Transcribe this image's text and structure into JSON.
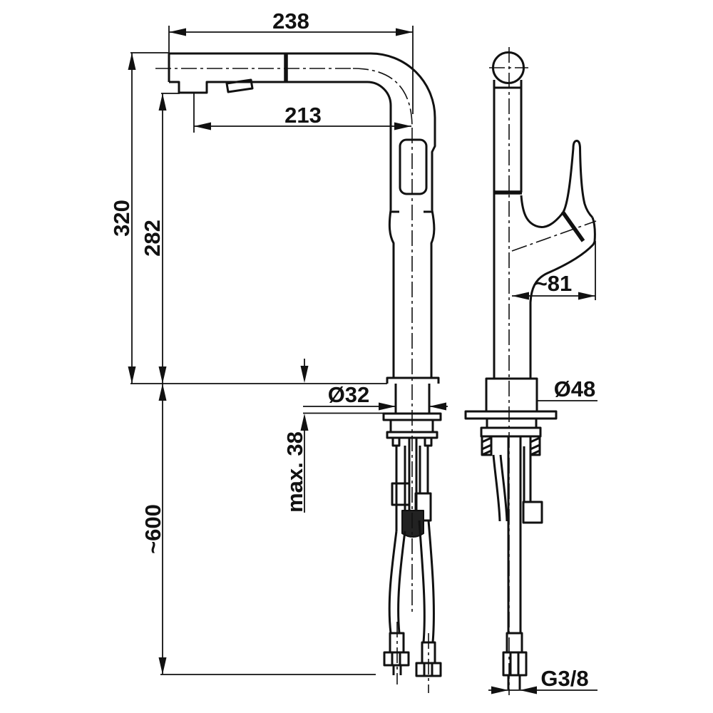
{
  "page": {
    "background": "#ffffff",
    "line_color": "#111111"
  },
  "drawing": {
    "name": "kitchen-faucet-dimension-drawing",
    "views": {
      "left": "front view with pull-out spout",
      "right": "side view with lever handle"
    },
    "labels": {
      "spout_width_total": "238",
      "spout_reach": "213",
      "height_to_spout_top": "320",
      "height_to_spout_underside": "282",
      "handle_projection": "~81",
      "shank_diameter": "Ø32",
      "body_base_diameter": "Ø48",
      "max_deck_thickness": "max. 38",
      "hose_length": "~600",
      "connection_thread": "G3/8"
    }
  }
}
